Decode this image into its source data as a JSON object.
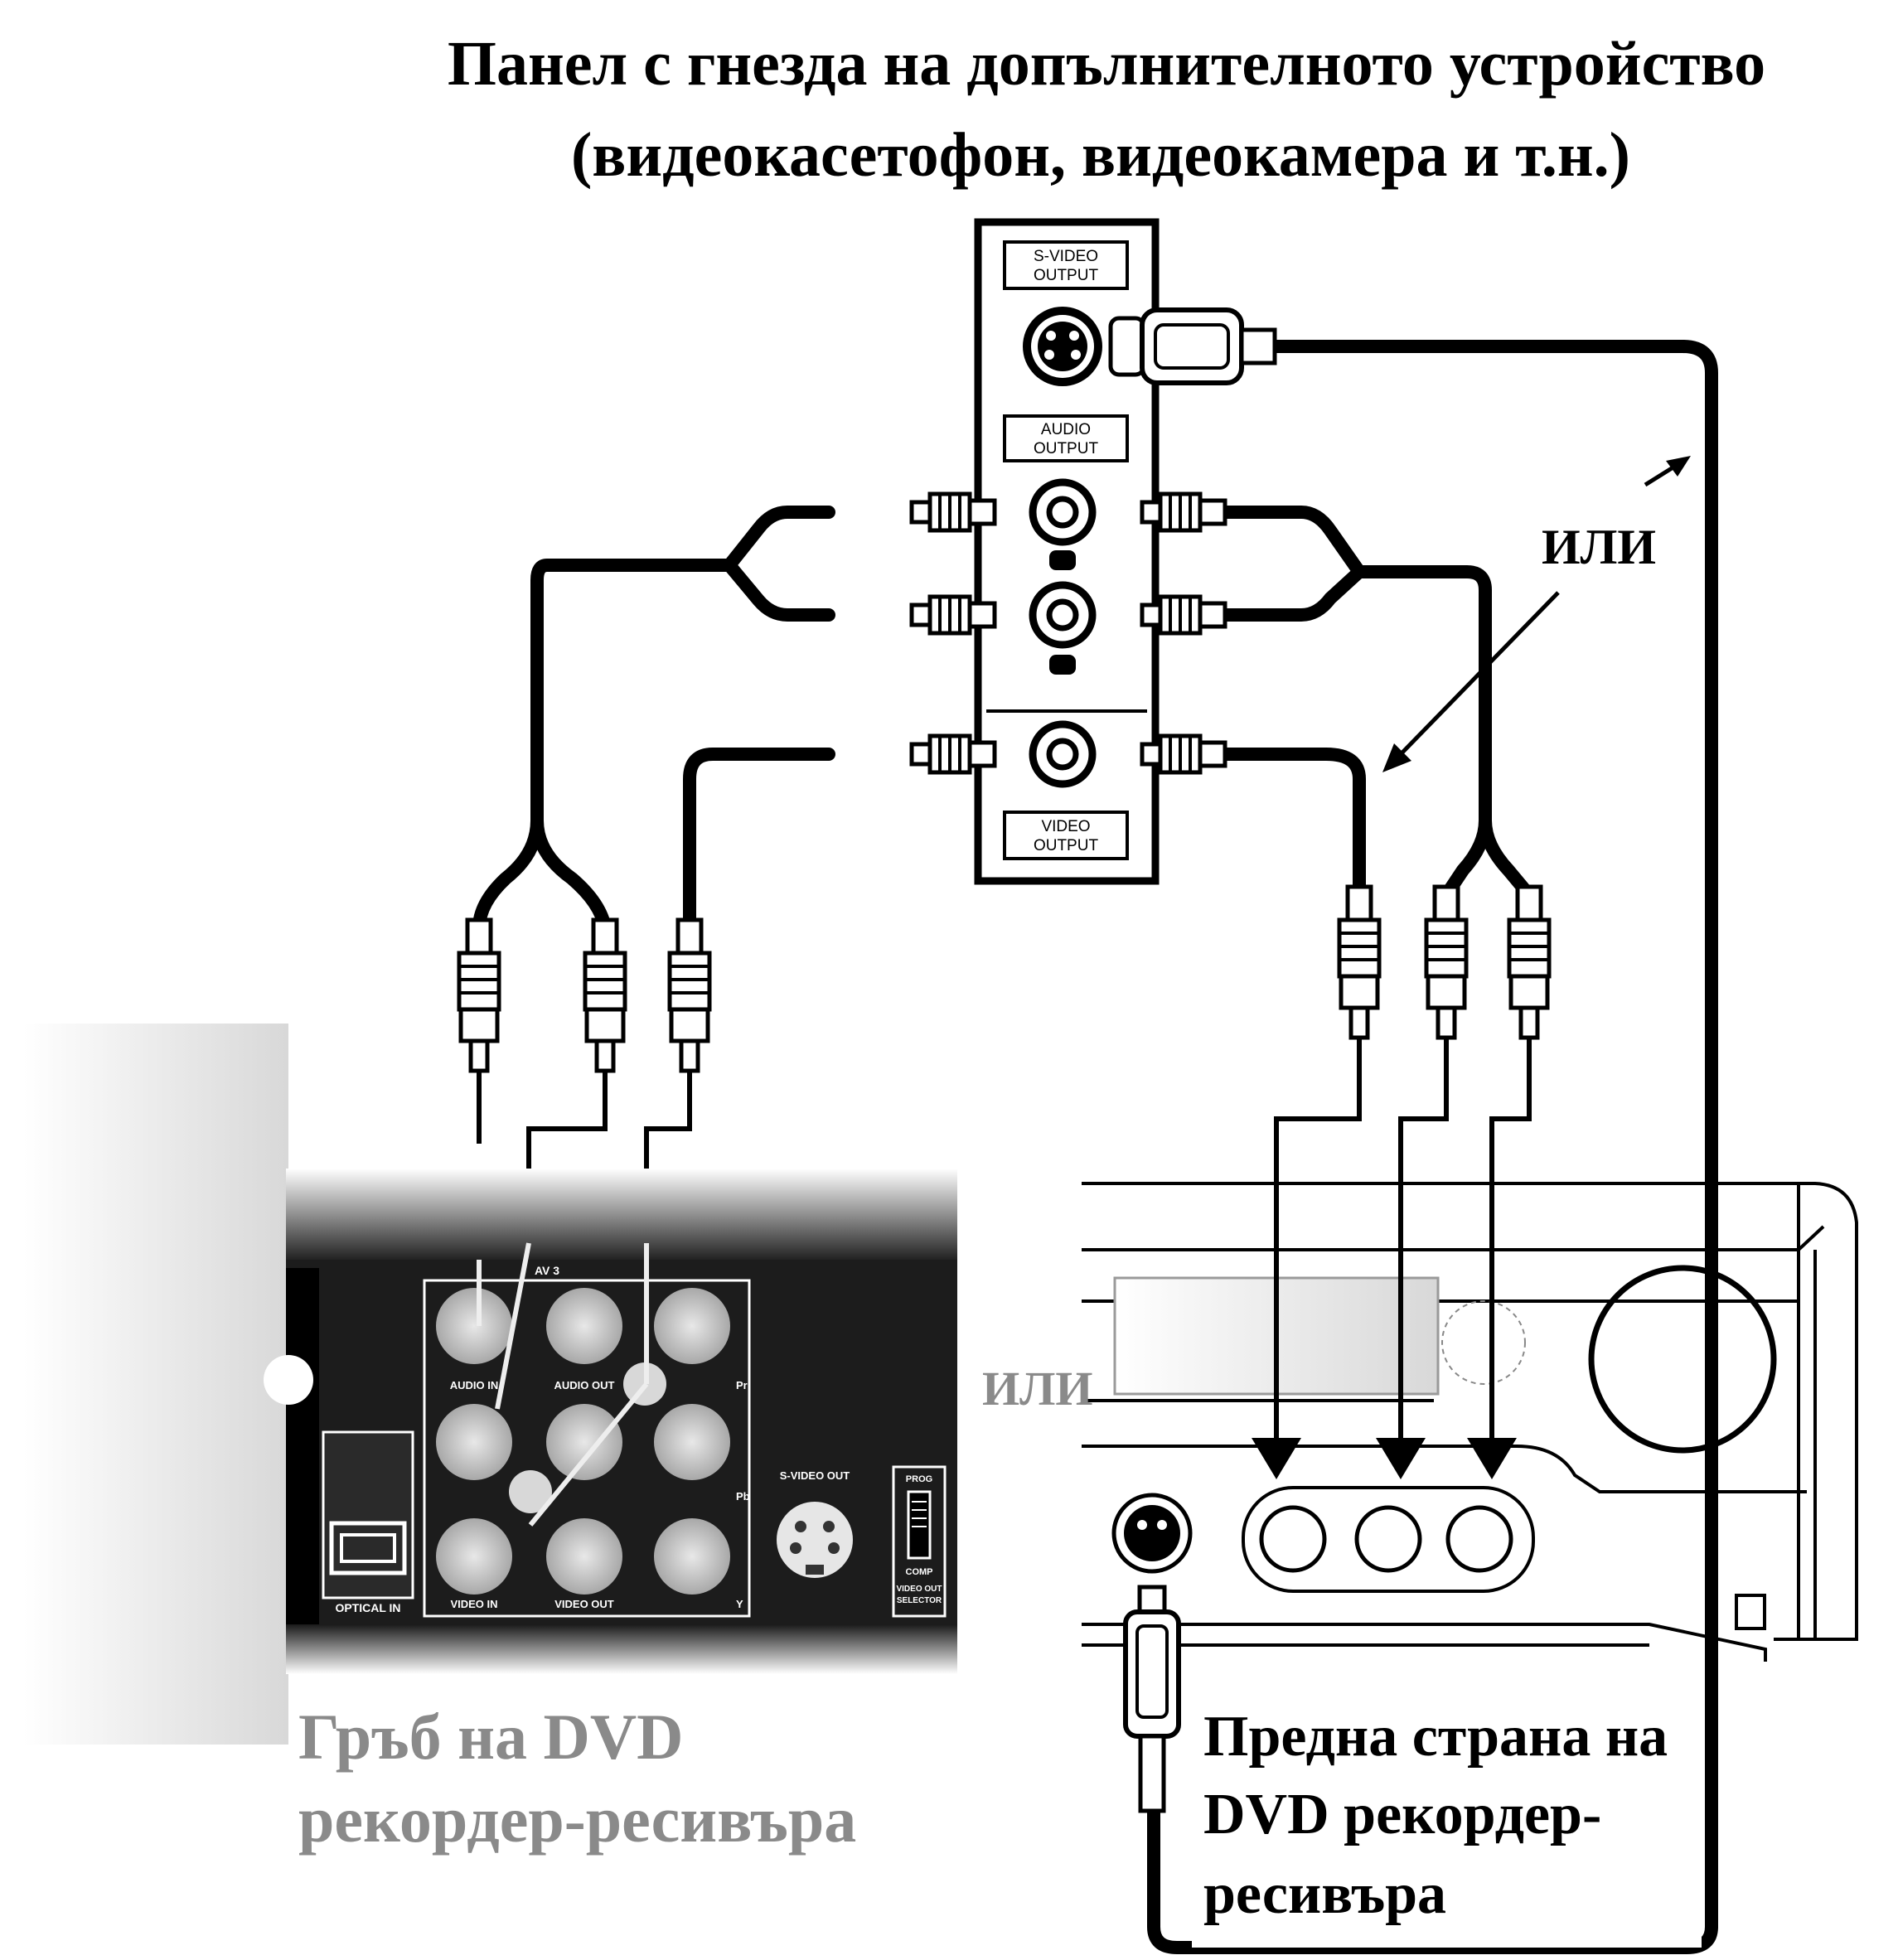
{
  "title": {
    "line1": "Панел с гнезда на допълнителното устройство",
    "line2": "(видеокасетофон, видеокамера и т.н.)"
  },
  "panel": {
    "svideo_label_1": "S-VIDEO",
    "svideo_label_2": "OUTPUT",
    "audio_label_1": "AUDIO",
    "audio_label_2": "OUTPUT",
    "video_label_1": "VIDEO",
    "video_label_2": "OUTPUT"
  },
  "or_label_top": "ИЛИ",
  "or_label_middle": "ИЛИ",
  "rear_panel": {
    "section": "AV 3",
    "audio_in": "AUDIO IN",
    "audio_out": "AUDIO OUT",
    "video_in": "VIDEO IN",
    "video_out": "VIDEO OUT",
    "pr": "Pr",
    "pb": "Pb",
    "y": "Y",
    "svideo_out": "S-VIDEO OUT",
    "optical_in": "OPTICAL IN",
    "prog": "PROG",
    "comp": "COMP",
    "video_out_select_1": "VIDEO OUT",
    "video_out_select_2": "SELECTOR"
  },
  "rear_caption": {
    "line1": "Гръб на DVD",
    "line2": "рекордер-ресивъра"
  },
  "front_caption": {
    "line1": "Предна страна на",
    "line2": "DVD рекордер-",
    "line3": "ресивъра"
  }
}
